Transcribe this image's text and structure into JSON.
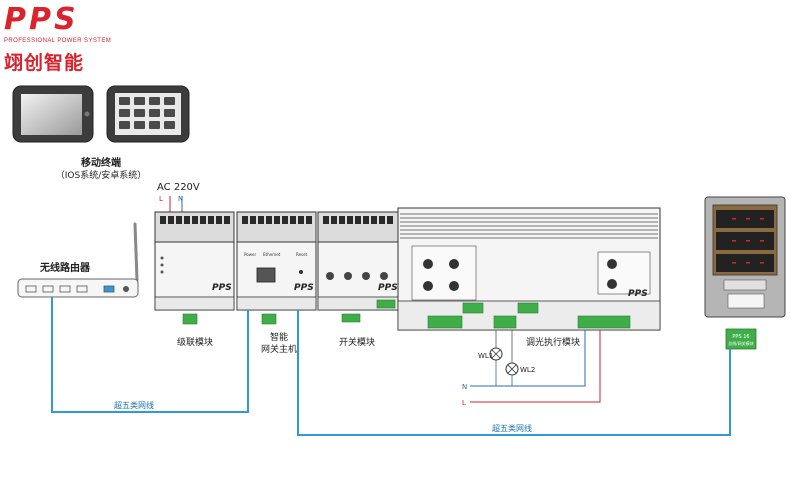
{
  "brand": {
    "logo": "PPS",
    "tagline": "PROFESSIONAL POWER SYSTEM",
    "name_cn": "翊创智能"
  },
  "mobile": {
    "title": "移动终端",
    "subtitle": "（IOS系统/安卓系统）"
  },
  "power": {
    "ac": "AC 220V",
    "live": "L",
    "neutral": "N"
  },
  "devices": {
    "router": "无线路由器",
    "cascade": "级联模块",
    "gateway_line1": "智能",
    "gateway_line2": "网关主机",
    "switch": "开关模块",
    "dimmer": "调光执行模块",
    "panel_small_line1": "PPS 16",
    "panel_small_line2": "总线/网关模块"
  },
  "module_text": {
    "cascade_brand": "PPS",
    "gateway_brand": "PPS",
    "switch_brand": "PPS",
    "dimmer_brand": "PPS",
    "gateway_port": "Ethernet",
    "gateway_power": "Power",
    "gateway_reset": "Reset"
  },
  "loads": {
    "lamp1": "WL1",
    "lamp2": "WL2",
    "n": "N",
    "l": "L"
  },
  "cables": {
    "cat5e_1": "超五类网线",
    "cat5e_2": "超五类网线"
  },
  "colors": {
    "brand_red": "#d9232d",
    "cable_blue": "#2f9ad6",
    "wire_red": "#c8262b",
    "wire_blue": "#2b6cb0",
    "panel_gold": "#8a6a3f",
    "terminal_green": "#3fae49"
  }
}
